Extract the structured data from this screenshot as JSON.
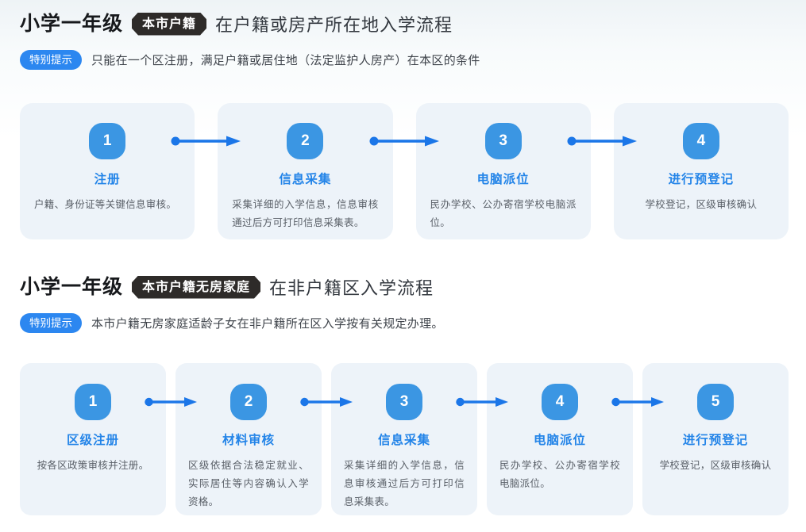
{
  "colors": {
    "accent_blue": "#2c87f0",
    "circle_blue": "#3b96e3",
    "arrow_blue": "#1b76e8",
    "step_title_blue": "#2384e8",
    "dark_badge": "#2e2b29",
    "card_bg": "#edf3f9"
  },
  "sections": [
    {
      "title_bold": "小学一年级",
      "title_badge": "本市户籍",
      "title_rest": "在户籍或房产所在地入学流程",
      "tip_badge": "特别提示",
      "tip_text": "只能在一个区注册，满足户籍或居住地（法定监护人房产）在本区的条件",
      "steps": [
        {
          "num": "1",
          "title": "注册",
          "desc": "户籍、身份证等关键信息审核。"
        },
        {
          "num": "2",
          "title": "信息采集",
          "desc": "采集详细的入学信息，信息审核通过后方可打印信息采集表。"
        },
        {
          "num": "3",
          "title": "电脑派位",
          "desc": "民办学校、公办寄宿学校电脑派位。"
        },
        {
          "num": "4",
          "title": "进行预登记",
          "desc": "学校登记，区级审核确认"
        }
      ]
    },
    {
      "title_bold": "小学一年级",
      "title_badge": "本市户籍无房家庭",
      "title_rest": "在非户籍区入学流程",
      "tip_badge": "特别提示",
      "tip_text": "本市户籍无房家庭适龄子女在非户籍所在区入学按有关规定办理。",
      "steps": [
        {
          "num": "1",
          "title": "区级注册",
          "desc": "按各区政策审核并注册。"
        },
        {
          "num": "2",
          "title": "材料审核",
          "desc": "区级依据合法稳定就业、实际居住等内容确认入学资格。"
        },
        {
          "num": "3",
          "title": "信息采集",
          "desc": "采集详细的入学信息，信息审核通过后方可打印信息采集表。"
        },
        {
          "num": "4",
          "title": "电脑派位",
          "desc": "民办学校、公办寄宿学校电脑派位。"
        },
        {
          "num": "5",
          "title": "进行预登记",
          "desc": "学校登记，区级审核确认"
        }
      ]
    }
  ]
}
